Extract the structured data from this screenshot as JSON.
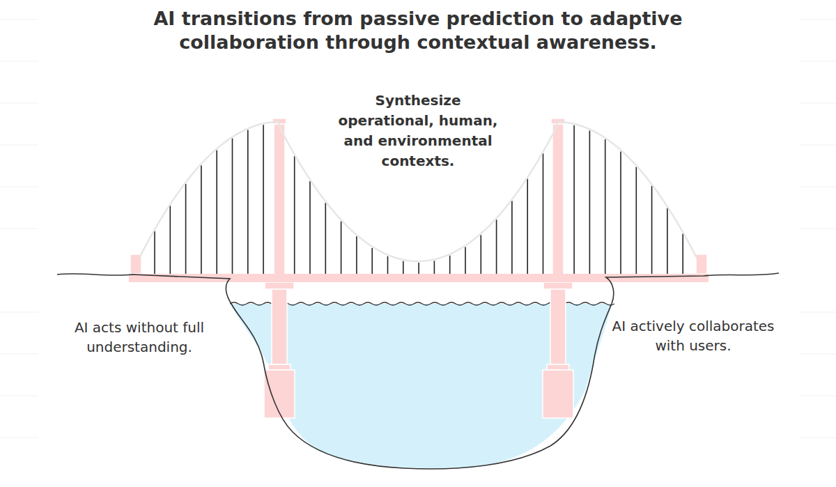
{
  "diagram": {
    "title": "AI transitions from passive prediction to adaptive collaboration through contextual awareness.",
    "labels": [
      "Synthesize operational, human, and environmental contexts.",
      "AI acts without full understanding.",
      "AI actively collaborates with users."
    ]
  }
}
